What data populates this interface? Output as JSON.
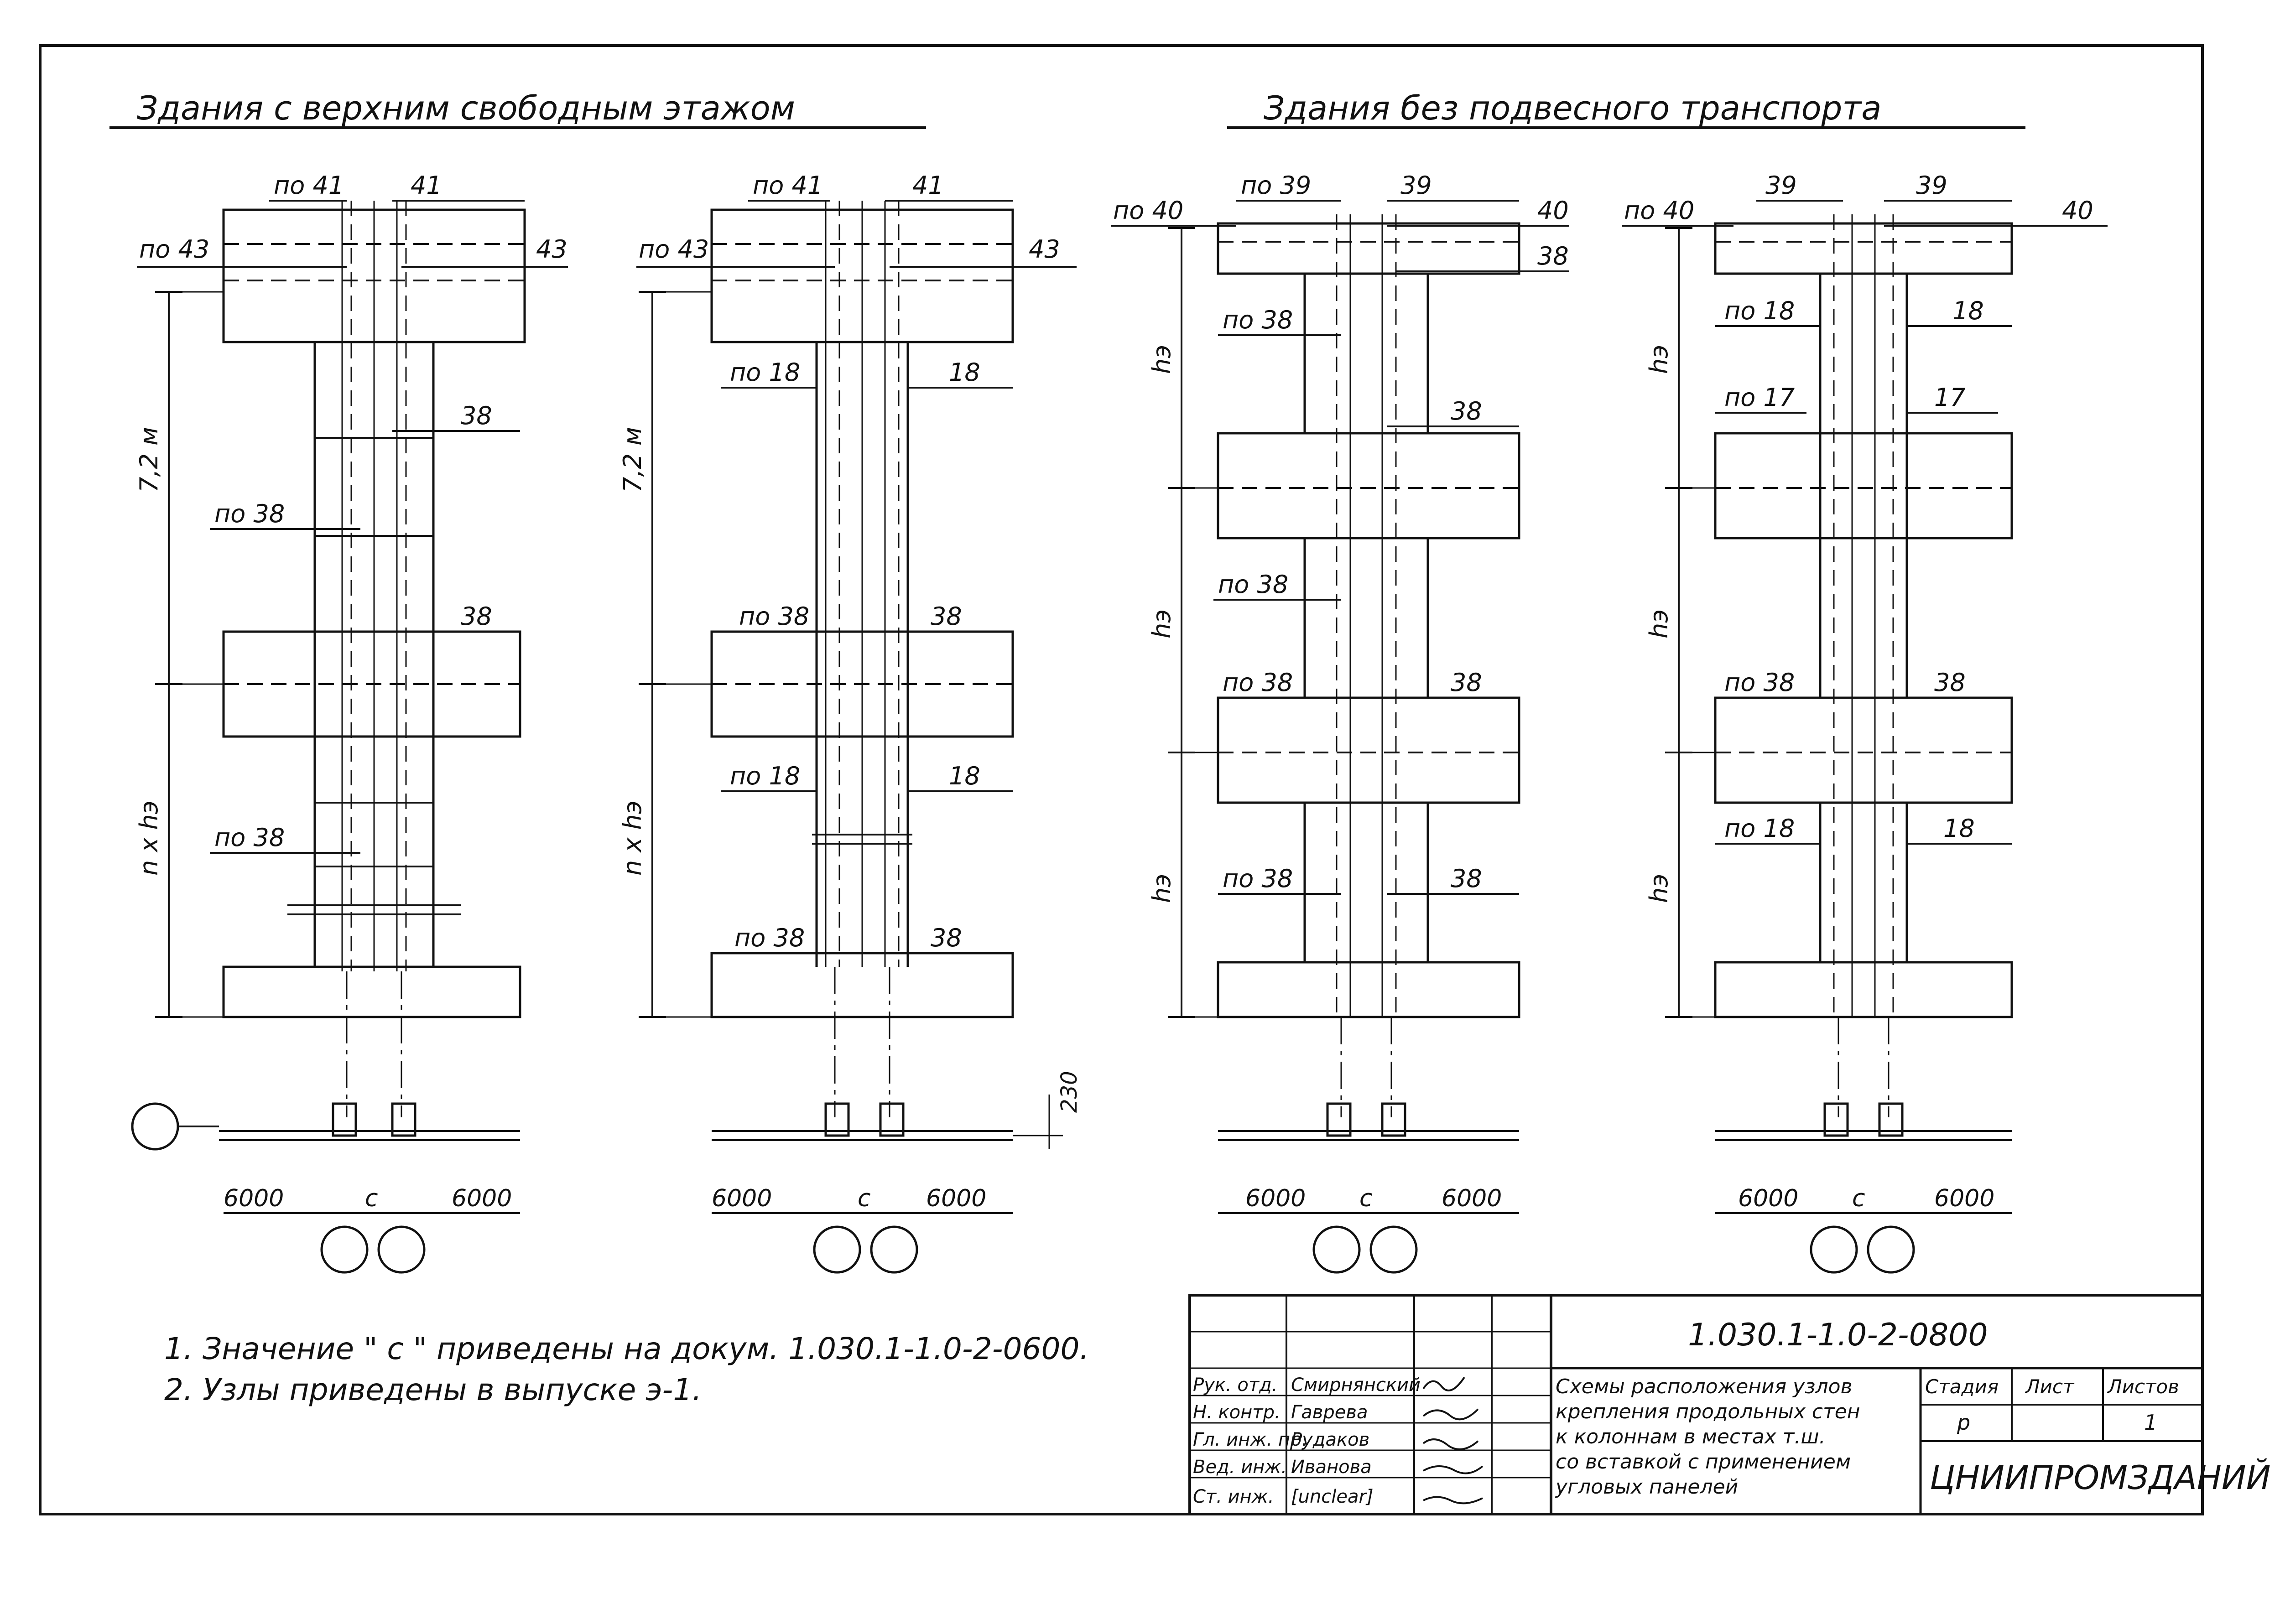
{
  "headings": {
    "left": "Здания с верхним свободным этажом",
    "right": "Здания без подвесного транспорта"
  },
  "scheme1": {
    "top_left": "по 41",
    "top_right": "41",
    "side_left": "по 43",
    "side_right": "43",
    "height_upper": "7,2 м",
    "height_lower": "n x hэ",
    "labels": {
      "a": "38",
      "b": "по 38",
      "c": "38",
      "d": "по 38"
    },
    "plan": {
      "left": "6000",
      "mid": "c",
      "right": "6000"
    }
  },
  "scheme2": {
    "top_left": "по 41",
    "top_right": "41",
    "side_left": "по 43",
    "side_right": "43",
    "height_upper": "7,2 м",
    "height_lower": "n x hэ",
    "labels": {
      "a_l": "по 18",
      "a_r": "18",
      "b_l": "по 38",
      "b_r": "38",
      "c_l": "по 18",
      "c_r": "18",
      "d_l": "по 38",
      "d_r": "38"
    },
    "plan": {
      "left": "6000",
      "mid": "c",
      "right": "6000"
    },
    "plan_dim": "230"
  },
  "scheme3": {
    "top_left": "по 39",
    "top_right": "39",
    "side_left": "по 40",
    "side_right": "40",
    "side_right_2": "38",
    "heights": [
      "hэ",
      "hэ",
      "hэ"
    ],
    "labels": {
      "a": "по 38",
      "b": "38",
      "c": "по 38",
      "d_l": "по 38",
      "d_r": "38",
      "e_l": "по 38",
      "e_r": "38"
    },
    "plan": {
      "left": "6000",
      "mid": "c",
      "right": "6000"
    }
  },
  "scheme4": {
    "top_left": "39",
    "top_right": "39",
    "side_left": "по 40",
    "side_right": "40",
    "heights": [
      "hэ",
      "hэ",
      "hэ"
    ],
    "labels": {
      "a_l": "по 18",
      "a_r": "18",
      "b_l": "по 17",
      "b_r": "17",
      "c_l": "по 38",
      "c_r": "38",
      "d_l": "по 18",
      "d_r": "18"
    },
    "plan": {
      "left": "6000",
      "mid": "c",
      "right": "6000"
    }
  },
  "notes": [
    "1. Значение \" c \" приведены на докум. 1.030.1-1.0-2-0600.",
    "2. Узлы приведены в выпуске э-1."
  ],
  "title_block": {
    "doc_code": "1.030.1-1.0-2-0800",
    "description": [
      "Схемы расположения узлов",
      "крепления продольных стен",
      "к колоннам в местах т.ш.",
      "со вставкой с применением",
      "угловых панелей"
    ],
    "roles": [
      "Рук. отд.",
      "Н. контр.",
      "Гл. инж. пр.",
      "Вед. инж.",
      "Ст. инж."
    ],
    "names": [
      "Смирнянский",
      "Гаврева",
      "Рудаков",
      "Иванова",
      "[unclear]"
    ],
    "stage_header": "Стадия",
    "sheet_header": "Лист",
    "sheets_header": "Листов",
    "stage": "р",
    "sheets": "1",
    "organization": "ЦНИИПРОМЗДАНИЙ"
  }
}
